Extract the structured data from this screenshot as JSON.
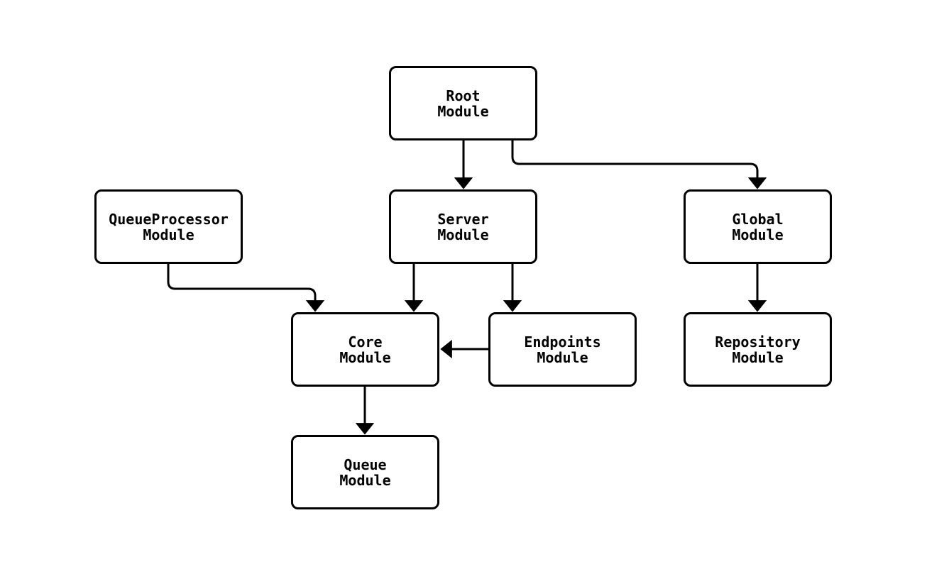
{
  "diagram": {
    "type": "module-dependency-graph",
    "background_color": "#ffffff",
    "stroke_color": "#000000",
    "node_fill_color": "#ffffff",
    "text_color": "#000000",
    "nodes": [
      {
        "id": "root",
        "label": "Root\nModule"
      },
      {
        "id": "queueprocessor",
        "label": "QueueProcessor\nModule"
      },
      {
        "id": "server",
        "label": "Server\nModule"
      },
      {
        "id": "global",
        "label": "Global\nModule"
      },
      {
        "id": "core",
        "label": "Core\nModule"
      },
      {
        "id": "endpoints",
        "label": "Endpoints\nModule"
      },
      {
        "id": "repository",
        "label": "Repository\nModule"
      },
      {
        "id": "queue",
        "label": "Queue\nModule"
      }
    ],
    "edges": [
      {
        "from": "root",
        "to": "server"
      },
      {
        "from": "root",
        "to": "global"
      },
      {
        "from": "queueprocessor",
        "to": "core"
      },
      {
        "from": "server",
        "to": "core"
      },
      {
        "from": "server",
        "to": "endpoints"
      },
      {
        "from": "endpoints",
        "to": "core"
      },
      {
        "from": "global",
        "to": "repository"
      },
      {
        "from": "core",
        "to": "queue"
      }
    ]
  }
}
